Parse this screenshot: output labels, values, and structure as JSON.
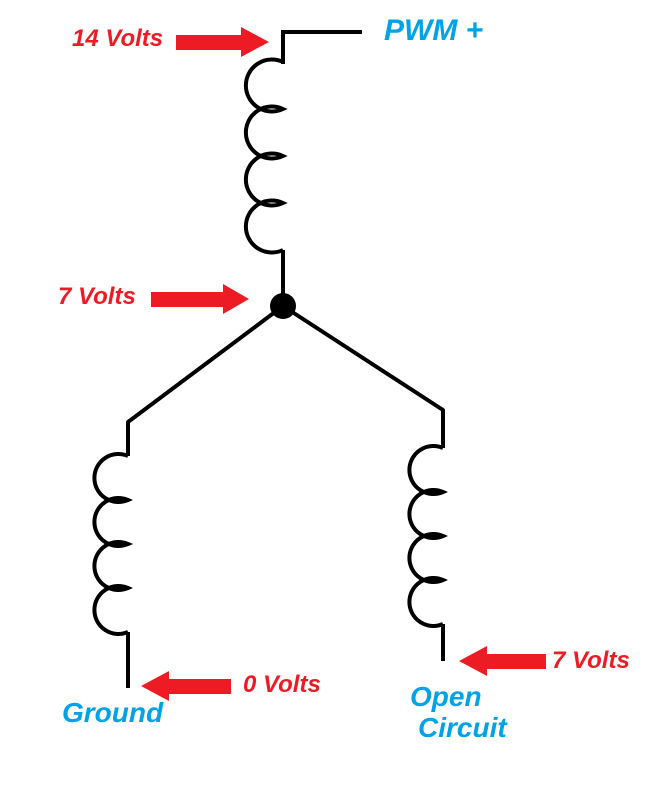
{
  "diagram": {
    "type": "circuit-schematic",
    "description": "Wye-connected three-coil winding with PWM drive voltage annotations",
    "colors": {
      "wire": "#000000",
      "arrow": "#ED1C24",
      "voltage_text": "#ED1C24",
      "terminal_text": "#00A2E8",
      "background": "#FFFFFF"
    },
    "annotations": {
      "top_voltage": "14 Volts",
      "pwm_terminal": "PWM +",
      "center_voltage": "7 Volts",
      "ground_voltage": "0 Volts",
      "ground_terminal": "Ground",
      "open_voltage": "7 Volts",
      "open_terminal_line1": "Open",
      "open_terminal_line2": "Circuit"
    },
    "structure": {
      "coil_count": 3,
      "junction": "filled-dot center node joining top, ground and open-circuit coils"
    }
  }
}
